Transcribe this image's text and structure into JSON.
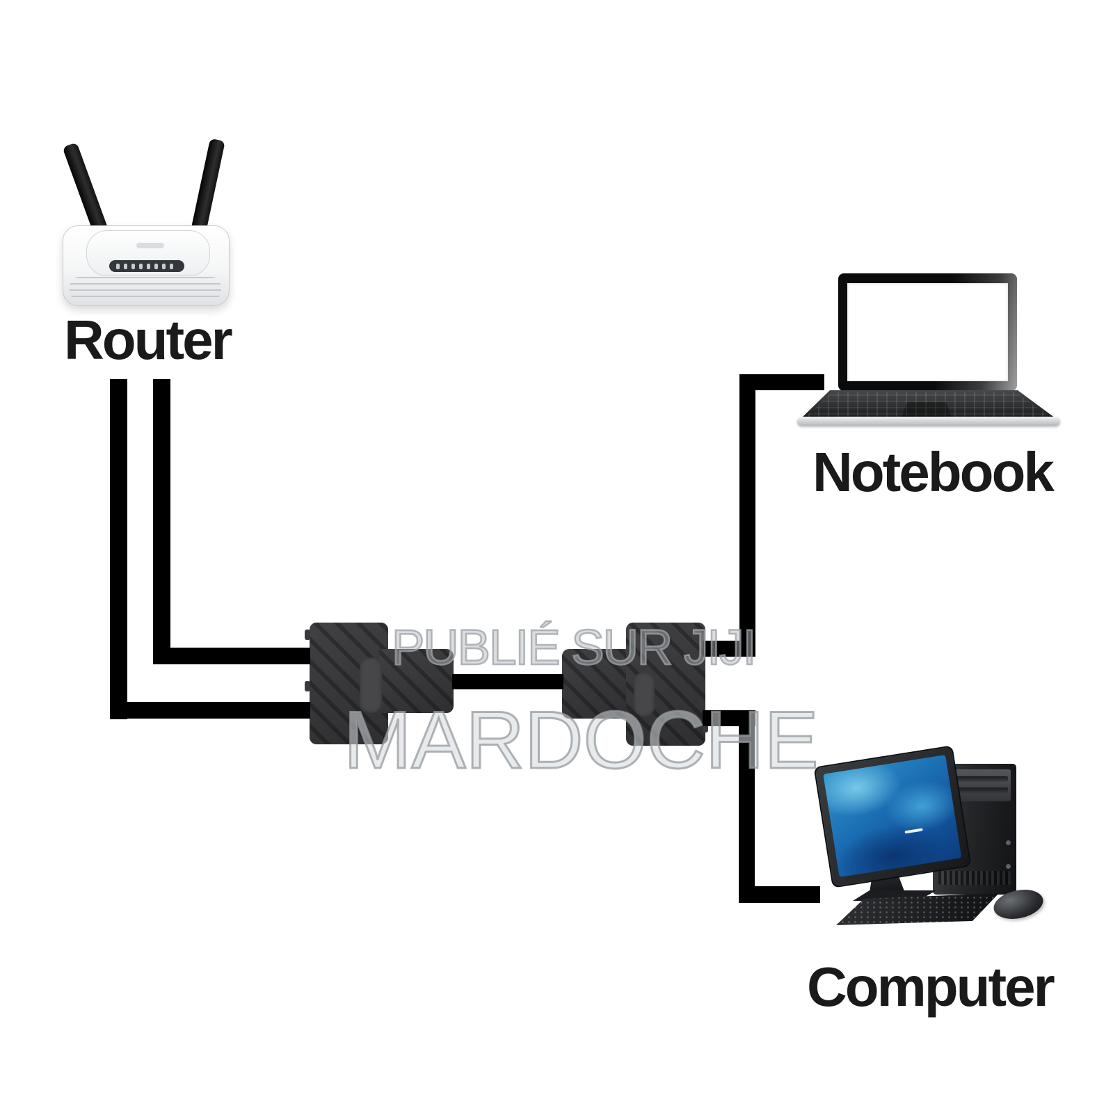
{
  "diagram": {
    "type": "network-splitter-connection-diagram",
    "background": "#ffffff",
    "nodes": [
      {
        "id": "router",
        "label": "Router"
      },
      {
        "id": "notebook",
        "label": "Notebook"
      },
      {
        "id": "computer",
        "label": "Computer"
      }
    ],
    "connectors": [
      {
        "id": "splitter-left",
        "description": "rj45 splitter block, dark gray, two input cables from router, one output cable"
      },
      {
        "id": "splitter-right",
        "description": "rj45 splitter block, dark gray, one input cable, two output cables"
      }
    ],
    "edges": [
      {
        "from": "router",
        "to": "splitter-left",
        "cables": 2
      },
      {
        "from": "splitter-left",
        "to": "splitter-right",
        "cables": 1
      },
      {
        "from": "splitter-right",
        "to": "notebook",
        "cables": 1
      },
      {
        "from": "splitter-right",
        "to": "computer",
        "cables": 1
      }
    ],
    "watermark": {
      "line1": "PUBLIÉ SUR JIJI",
      "line2": "MARDOCHE",
      "color": "#b9bdc0"
    },
    "colors": {
      "cable": "#000000",
      "splitter": "#353538",
      "label_text": "#1a1a1a",
      "router_body": "#f5f6f7",
      "monitor_screen_blue": "#1a6cb2"
    }
  }
}
